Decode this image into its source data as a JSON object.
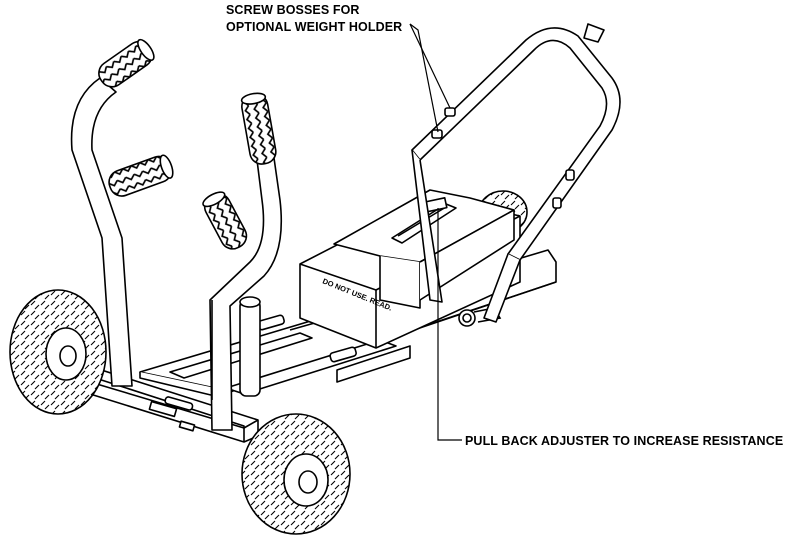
{
  "callouts": {
    "screw_bosses_line1": "SCREW BOSSES FOR",
    "screw_bosses_line2": "OPTIONAL WEIGHT HOLDER",
    "pull_back_adjuster": "PULL BACK ADJUSTER TO INCREASE RESISTANCE"
  },
  "box_label": "DO NOT USE. READ.",
  "colors": {
    "line": "#000000",
    "background": "#ffffff",
    "shade": "#e9e9e9"
  }
}
